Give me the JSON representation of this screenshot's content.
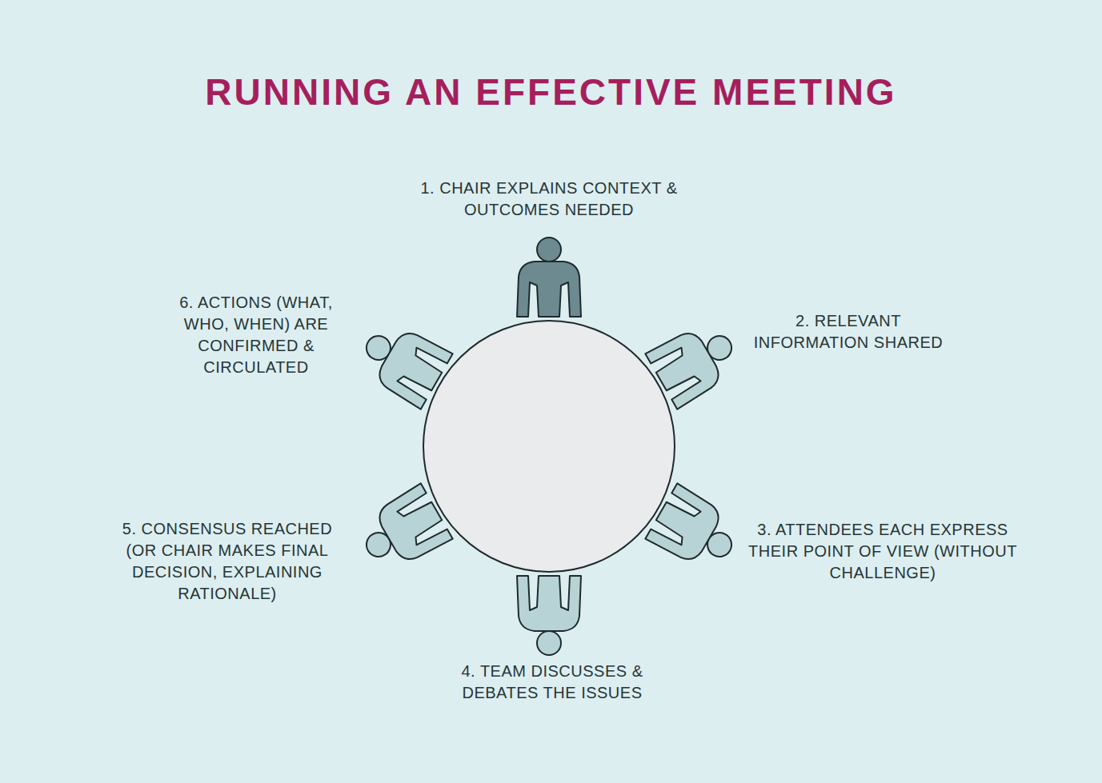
{
  "diagram": {
    "title": "RUNNING AN EFFECTIVE MEETING",
    "labels": [
      "1. CHAIR EXPLAINS CONTEXT & OUTCOMES NEEDED",
      "2. RELEVANT INFORMATION SHARED",
      "3. ATTENDEES EACH EXPRESS THEIR POINT OF VIEW (WITHOUT CHALLENGE)",
      "4. TEAM DISCUSSES & DEBATES THE ISSUES",
      "5. CONSENSUS REACHED (OR CHAIR MAKES FINAL DECISION, EXPLAINING RATIONALE)",
      "6. ACTIONS (WHAT, WHO, WHEN) ARE CONFIRMED & CIRCULATED"
    ]
  }
}
